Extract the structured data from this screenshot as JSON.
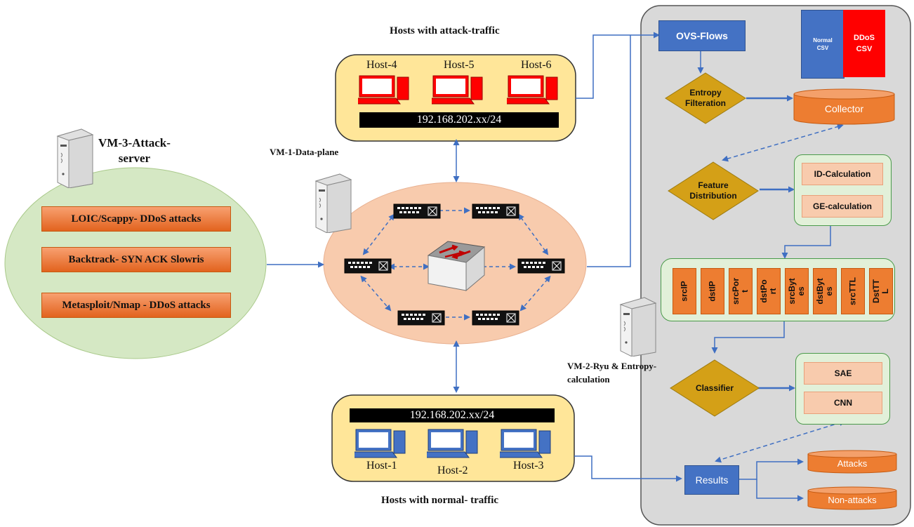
{
  "titles": {
    "attack_hosts": "Hosts with attack-traffic",
    "normal_hosts": "Hosts with normal- traffic",
    "vm1": "VM-1-Data-plane",
    "vm2": "VM-2-Ryu & Entropy-\ncalculation",
    "vm3": "VM-3-Attack-\nserver"
  },
  "attack_hosts": [
    "Host-4",
    "Host-5",
    "Host-6"
  ],
  "normal_hosts": [
    "Host-1",
    "Host-2",
    "Host-3"
  ],
  "subnet_attack": "192.168.202.xx/24",
  "subnet_normal": "192.168.202.xx/24",
  "attack_tools": [
    "LOIC/Scappy- DDoS attacks",
    "Backtrack- SYN ACK Slowris",
    "Metasploit/Nmap - DDoS attacks"
  ],
  "pipeline": {
    "ovs_flows": "OVS-Flows",
    "normal_csv": "Normal\nCSV",
    "ddos_csv": "DDoS\nCSV",
    "entropy": "Entropy\nFilteration",
    "collector": "Collector",
    "feature_dist": "Feature\nDistribution",
    "id_calc": "ID-Calculation",
    "ge_calc": "GE-calculation",
    "features": [
      "srcIP",
      "dstIP",
      "srcPor\nt",
      "dstPo\nrt",
      "srcByt\nes",
      "dstByt\nes",
      "srcTTL",
      "DstTT\nL"
    ],
    "classifier": "Classifier",
    "sae": "SAE",
    "cnn": "CNN",
    "results": "Results",
    "attacks": "Attacks",
    "non_attacks": "Non-attacks"
  },
  "colors": {
    "blue": "#4472c4",
    "orange": "#ed7d31",
    "gold": "#d4a017",
    "red": "#ff0000",
    "yellow_panel": "#ffe699",
    "green_ellipse": "#d5e8c4",
    "peach_ellipse": "#f8cbad",
    "gray_panel": "#d9d9d9"
  }
}
